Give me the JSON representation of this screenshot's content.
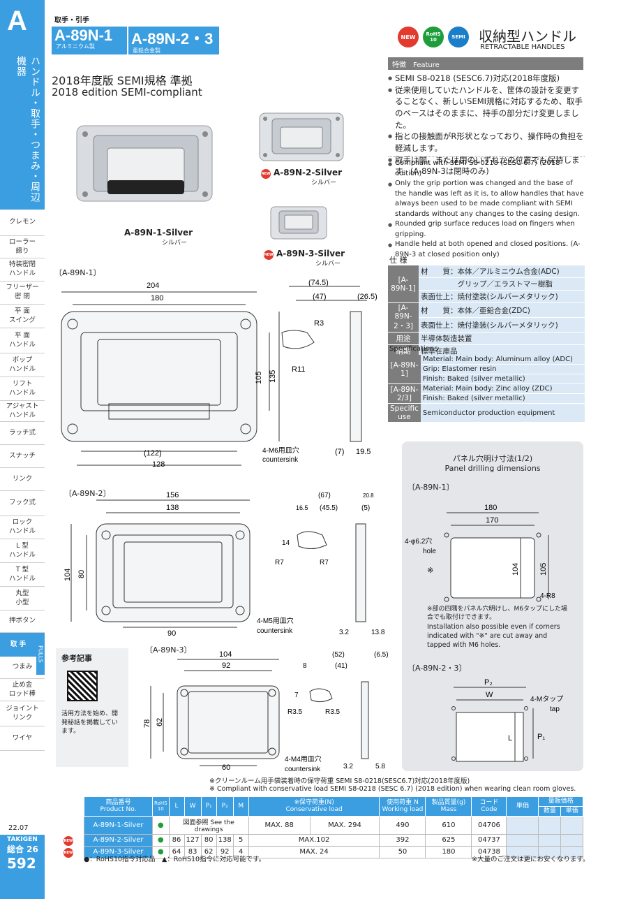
{
  "sidebar": {
    "letter": "A",
    "category": "ハンドル・取手・つまみ・周辺機器",
    "items": [
      "クレモン",
      "ローラー\n締り",
      "特装密閉\nハンドル",
      "フリーザー\n密 閉",
      "平 面\nスイング",
      "平 面\nハンドル",
      "ポップ\nハンドル",
      "リフト\nハンドル",
      "アジャスト\nハンドル",
      "ラッチ式",
      "スナッチ",
      "リンク",
      "フック式",
      "ロック\nハンドル",
      "L 型\nハンドル",
      "T 型\nハンドル",
      "丸型\n小型",
      "押ボタン",
      "取 手",
      "つまみ",
      "止め金\nロッド棒",
      "ジョイント\nリンク",
      "ワイヤ"
    ],
    "active_tag": "PULLS",
    "edition": "22.07",
    "brand": "TAKIGEN",
    "catalog": "総合 26",
    "page": "592"
  },
  "header": {
    "breadcrumb": "取手・引手",
    "model1": "A-89N-1",
    "model1_sub": "アルミニウム製",
    "model2": "A-89N-2・3",
    "model2_sub": "亜鉛合金製",
    "badge_new": "NEW",
    "badge_rohs": "RoHS 10",
    "badge_semi": "SEMI",
    "title_jp": "収納型ハンドル",
    "title_en": "RETRACTABLE HANDLES"
  },
  "intro": {
    "jp": "2018年度版 SEMI規格 準拠",
    "en": "2018 edition SEMI-compliant"
  },
  "photos": {
    "p1": "A-89N-1-Silver",
    "p1_sub": "シルバー",
    "p2": "A-89N-2-Silver",
    "p2_sub": "シルバー",
    "p3": "A-89N-3-Silver",
    "p3_sub": "シルバー",
    "new": "NEW"
  },
  "feature": {
    "label_jp": "特徴",
    "label_en": "Feature",
    "jp": [
      "SEMI S8-0218 (SESC6.7)対応(2018年度版)",
      "従来使用していたハンドルを、筐体の設計を変更することなく、新しいSEMI規格に対応するため、取手のベースはそのままに、持手の部分だけ変更しました。",
      "指との接触面がR形状となっており、操作時の負担を軽減します。",
      "取手は開、または閉のいずれかの位置でも保持します。(A-89N-3は閉時のみ)"
    ],
    "en": [
      "Compliant with SEMI S8-0218 (SESC 6.7) (2018 edition)",
      "Only the grip portion was changed and the base of the handle was left as it is, to allow handles that have always been used to be made compliant with SEMI standards without any changes to the casing design.",
      "Rounded grip surface reduces load on fingers when gripping.",
      "Handle held at both opened and closed positions. (A-89N-3 at closed position only)"
    ]
  },
  "spec_jp": {
    "title": "仕 様",
    "rows": [
      {
        "label": "[A-89N-1]",
        "lines": [
          "材　　質：本体／アルミニウム合金(ADC)",
          "　　　　　グリップ／エラストマー樹脂",
          "表面仕上：焼付塗装(シルバーメタリック)"
        ]
      },
      {
        "label": "[A-89N-2・3]",
        "lines": [
          "材　　質：本体／亜鉛合金(ZDC)",
          "表面仕上：焼付塗装(シルバーメタリック)"
        ]
      },
      {
        "label": "用途",
        "lines": [
          "半導体製造装置"
        ]
      },
      {
        "label": "納期",
        "lines": [
          "標準在庫品"
        ]
      }
    ]
  },
  "spec_en": {
    "title": "Specifications",
    "rows": [
      {
        "label": "[A-89N-1]",
        "lines": [
          "Material: Main body: Aluminum alloy (ADC)",
          "Grip: Elastomer resin",
          "Finish: Baked (silver metallic)"
        ]
      },
      {
        "label": "[A-89N-2/3]",
        "lines": [
          "Material: Main body: Zinc alloy (ZDC)",
          "Finish: Baked (silver metallic)"
        ]
      },
      {
        "label": "Specific use",
        "lines": [
          "Semiconductor production equipment"
        ]
      }
    ]
  },
  "drawings": {
    "d1": {
      "title": "〔A-89N-1〕",
      "w": "204",
      "w2": "180",
      "h1": "105",
      "h2": "135",
      "b1": "(122)",
      "b2": "128",
      "hole_jp": "4-M6用皿穴",
      "hole_en": "countersink",
      "s1": "(74.5)",
      "s2": "(47)",
      "s3": "(26.5)",
      "r1": "R3",
      "r2": "R11",
      "s4": "(7)",
      "s5": "19.5"
    },
    "d2": {
      "title": "〔A-89N-2〕",
      "w": "156",
      "w2": "138",
      "h1": "104",
      "h2": "80",
      "b1": "90",
      "hole_jp": "4-M5用皿穴",
      "hole_en": "countersink",
      "s1": "(67)",
      "s2": "20.8",
      "s3": "16.5",
      "s4": "(45.5)",
      "s5": "(5)",
      "s6": "14",
      "r1": "R7",
      "r2": "R7",
      "s7": "3.2",
      "s8": "13.8"
    },
    "d3": {
      "title": "〔A-89N-3〕",
      "w": "104",
      "w2": "92",
      "h1": "78",
      "h2": "62",
      "b1": "60",
      "hole_jp": "4-M4用皿穴",
      "hole_en": "countersink",
      "s1": "(52)",
      "s2": "(6.5)",
      "s3": "8",
      "s4": "(41)",
      "s5": "7",
      "r1": "R3.5",
      "r2": "R3.5",
      "s6": "3.2",
      "s7": "5.8"
    }
  },
  "panel": {
    "title_jp": "パネル穴明け寸法(1/2)",
    "title_en": "Panel drilling dimensions",
    "sub1": "〔A-89N-1〕",
    "w1": "180",
    "w2": "170",
    "h1": "104",
    "h2": "105",
    "hole": "4-φ6.2穴",
    "hole_en": "hole",
    "mark": "※",
    "r": "4-R8",
    "note_jp": "※部の四隅をパネル穴明けし、M6タップにした場合でも取付けできます。",
    "note_en": "Installation also possible even if corners indicated with \"※\" are cut away and tapped with M6 holes.",
    "sub2": "〔A-89N-2・3〕",
    "p2": "P₂",
    "w": "W",
    "p1": "P₁",
    "l": "L",
    "tap": "4-Mタップ",
    "tap_en": "tap"
  },
  "ref": {
    "title": "参考記事",
    "text": "活用方法を始め、開発秘話を掲載しています。"
  },
  "notes": {
    "n1": "※クリーンルーム用手袋装着時の保守荷重 SEMI S8-0218(SESC6.7)対応(2018年度版)",
    "n2": "※ Compliant with conservative load SEMI S8-0218 (SESC 6.7) (2018 edition) when wearing clean room gloves."
  },
  "table": {
    "headers": {
      "product": "商品番号",
      "product_en": "Product No.",
      "rohs": "RoHS 10",
      "L": "L",
      "W": "W",
      "P1": "P₁",
      "P2": "P₂",
      "M": "M",
      "load": "※保守荷重(N)",
      "load_en": "Conservative load",
      "work": "使用荷重 N",
      "work_en": "Working load",
      "mass": "製品質量(g)",
      "mass_en": "Mass",
      "code": "コード",
      "code_en": "Code",
      "price": "単価",
      "bulk": "量販価格",
      "qty": "数量",
      "unit": "単価"
    },
    "rows": [
      {
        "new": "",
        "name": "A-89N-1-Silver",
        "rohs": "●",
        "dims": "図面参照 See the drawings",
        "load1": "MAX. 88",
        "load2": "MAX. 294",
        "work": "490",
        "mass": "610",
        "code": "04706"
      },
      {
        "new": "NEW",
        "name": "A-89N-2-Silver",
        "rohs": "●",
        "L": "86",
        "W": "127",
        "P1": "80",
        "P2": "138",
        "M": "5",
        "load": "MAX.102",
        "work": "392",
        "mass": "625",
        "code": "04737"
      },
      {
        "new": "NEW",
        "name": "A-89N-3-Silver",
        "rohs": "●",
        "L": "64",
        "W": "83",
        "P1": "62",
        "P2": "92",
        "M": "4",
        "load": "MAX. 24",
        "work": "50",
        "mass": "180",
        "code": "04738"
      }
    ],
    "legend": "●：RoHS10指令対応品　▲：RoHS10指令に対応可能です。",
    "footnote": "※大量のご注文は更にお安くなります。"
  }
}
